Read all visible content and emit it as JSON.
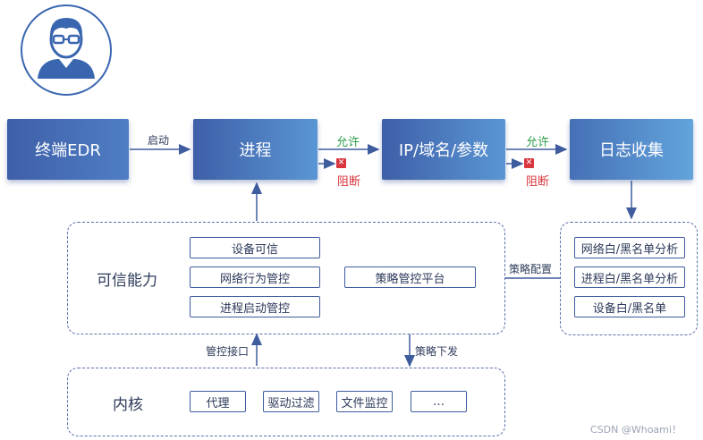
{
  "boxes": {
    "edr": "终端EDR",
    "process": "进程",
    "ip": "IP/域名/参数",
    "log": "日志收集"
  },
  "arrows": {
    "start": "启动",
    "allow": "允许",
    "block": "阻断",
    "policy_config": "策略配置",
    "policy_issue": "策略下发",
    "control_interface": "管控接口"
  },
  "trusted": {
    "title": "可信能力",
    "items": [
      "设备可信",
      "网络行为管控",
      "进程启动管控"
    ],
    "platform": "策略管控平台"
  },
  "analysis": {
    "items": [
      "网络白/黑名单分析",
      "进程白/黑名单分析",
      "设备白/黑名单"
    ]
  },
  "kernel": {
    "title": "内核",
    "items": [
      "代理",
      "驱动过滤",
      "文件监控",
      "…"
    ]
  },
  "watermark": "CSDN @Whoami！"
}
